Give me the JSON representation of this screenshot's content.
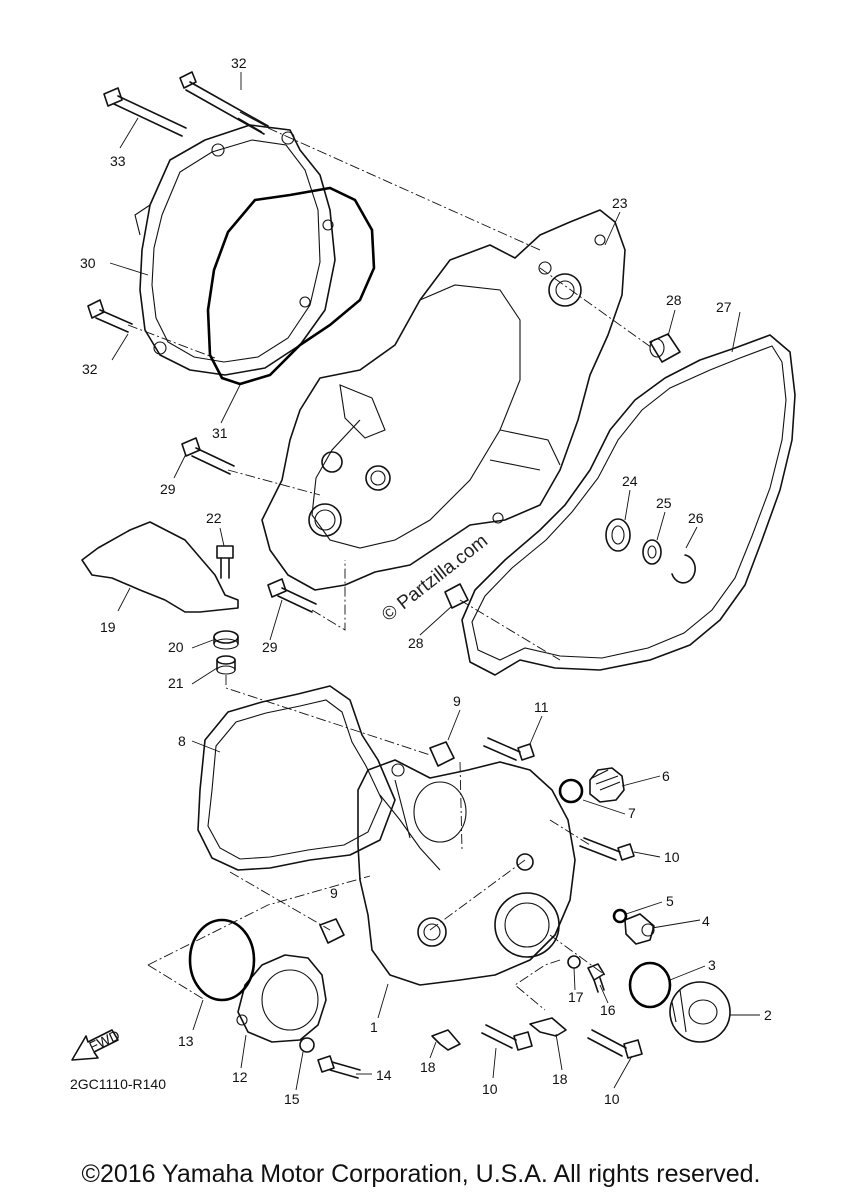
{
  "diagram": {
    "callouts": [
      "1",
      "2",
      "3",
      "4",
      "5",
      "6",
      "7",
      "8",
      "9",
      "9",
      "10",
      "10",
      "10",
      "11",
      "12",
      "13",
      "14",
      "15",
      "16",
      "17",
      "18",
      "18",
      "19",
      "20",
      "21",
      "22",
      "23",
      "24",
      "25",
      "26",
      "27",
      "28",
      "28",
      "29",
      "29",
      "30",
      "31",
      "32",
      "32",
      "33"
    ],
    "watermark": "© Partzilla.com",
    "fwd_label": "FWD",
    "diagram_code": "2GC1110-R140"
  },
  "footer": {
    "copyright": "©2016 Yamaha Motor Corporation, U.S.A. All rights reserved."
  }
}
